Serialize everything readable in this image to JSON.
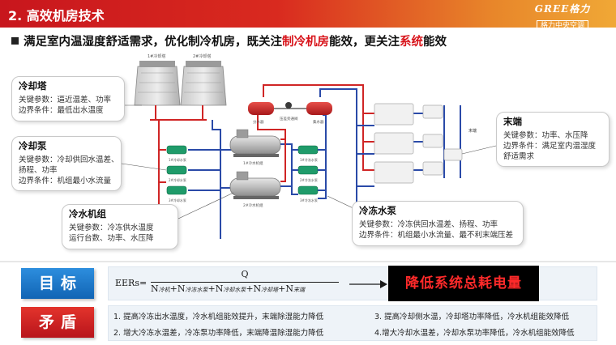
{
  "header": {
    "title": "2. 高效机房技术",
    "brand_logo": "GREE格力",
    "brand_sub": "格力中央空调"
  },
  "headline": {
    "part1": "满足室内温湿度舒适需求，优化制冷机房，既关注",
    "highlight1": "制冷机房",
    "part2": "能效，更关注",
    "highlight2": "系统",
    "part3": "能效"
  },
  "diagram": {
    "tower_labels": [
      "1#冷却塔",
      "2#冷却塔"
    ],
    "cooling_pump_labels": [
      "1#冷却水泵",
      "2#冷却水泵",
      "3#冷却水泵"
    ],
    "chiller_labels": [
      "1#冷水机组",
      "2#冷水机组"
    ],
    "chilled_pump_labels": [
      "1#冷冻水泵",
      "2#冷冻水泵",
      "3#冷冻水泵"
    ],
    "header_labels": [
      "分水器",
      "压差旁通阀",
      "集水器"
    ],
    "terminal_label": "末端"
  },
  "callouts": {
    "tower": {
      "title": "冷却塔",
      "lines": [
        "关键参数：逼近温差、功率",
        "边界条件：最低出水温度"
      ]
    },
    "cooling_pump": {
      "title": "冷却泵",
      "lines": [
        "关键参数：冷却供回水温差、",
        "扬程、功率",
        "边界条件：机组最小水流量"
      ]
    },
    "chiller": {
      "title": "冷水机组",
      "lines": [
        "关键参数：冷冻供水温度",
        "运行台数、功率、水压降"
      ]
    },
    "chilled_pump": {
      "title": "冷冻水泵",
      "lines": [
        "关键参数：冷冻供回水温差、扬程、功率",
        "边界条件：机组最小水流量、最不利末端压差"
      ]
    },
    "terminal": {
      "title": "末端",
      "lines": [
        "关键参数：功率、水压降",
        "边界条件：满足室内温湿度",
        "舒适需求"
      ]
    }
  },
  "goal": {
    "label": "目标",
    "formula_lhs": "EERs=",
    "numerator": "Q",
    "denominator": {
      "n": "N",
      "subs": [
        "冷机",
        "冷冻水泵",
        "冷却水泵",
        "冷却塔",
        "末端"
      ]
    },
    "result": "降低系统总耗电量"
  },
  "conflict": {
    "label": "矛盾",
    "items": [
      "1. 提高冷冻出水温度，冷水机组能效提升，末端除湿能力降低",
      "2. 增大冷冻水温差，冷冻泵功率降低，末端降温除湿能力降低",
      "3. 提高冷却侧水温，冷却塔功率降低，冷水机组能效降低",
      "4.增大冷却水温差，冷却水泵功率降低，冷水机组能效降低"
    ]
  }
}
